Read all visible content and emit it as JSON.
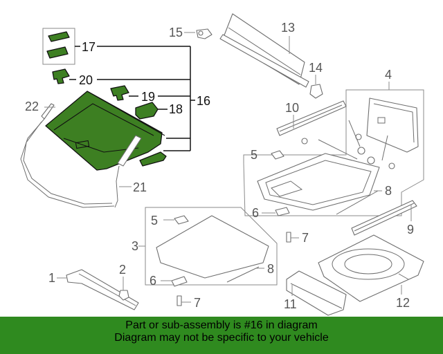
{
  "callouts": {
    "c1": "1",
    "c2": "2",
    "c3": "3",
    "c4": "4",
    "c5a": "5",
    "c5b": "5",
    "c6a": "6",
    "c6b": "6",
    "c7a": "7",
    "c7b": "7",
    "c8a": "8",
    "c8b": "8",
    "c9": "9",
    "c10": "10",
    "c11": "11",
    "c12": "12",
    "c13": "13",
    "c14": "14",
    "c15": "15",
    "c16": "16",
    "c17": "17",
    "c18": "18",
    "c19": "19",
    "c20": "20",
    "c21": "21",
    "c22": "22"
  },
  "highlight": {
    "part_number": "16",
    "color": "#3d7f22"
  },
  "banner": {
    "line1": "Part or sub-assembly is #16 in diagram",
    "line2": "Diagram may not be specific to your vehicle",
    "background": "#2f8a1f"
  }
}
